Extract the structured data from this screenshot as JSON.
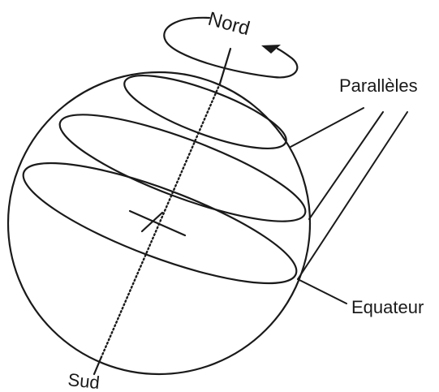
{
  "diagram": {
    "labels": {
      "north": "Nord",
      "south": "Sud",
      "parallels": "Parallèles",
      "equator": "Equateur"
    },
    "colors": {
      "ink": "#1a1a1a",
      "background": "#ffffff"
    }
  }
}
